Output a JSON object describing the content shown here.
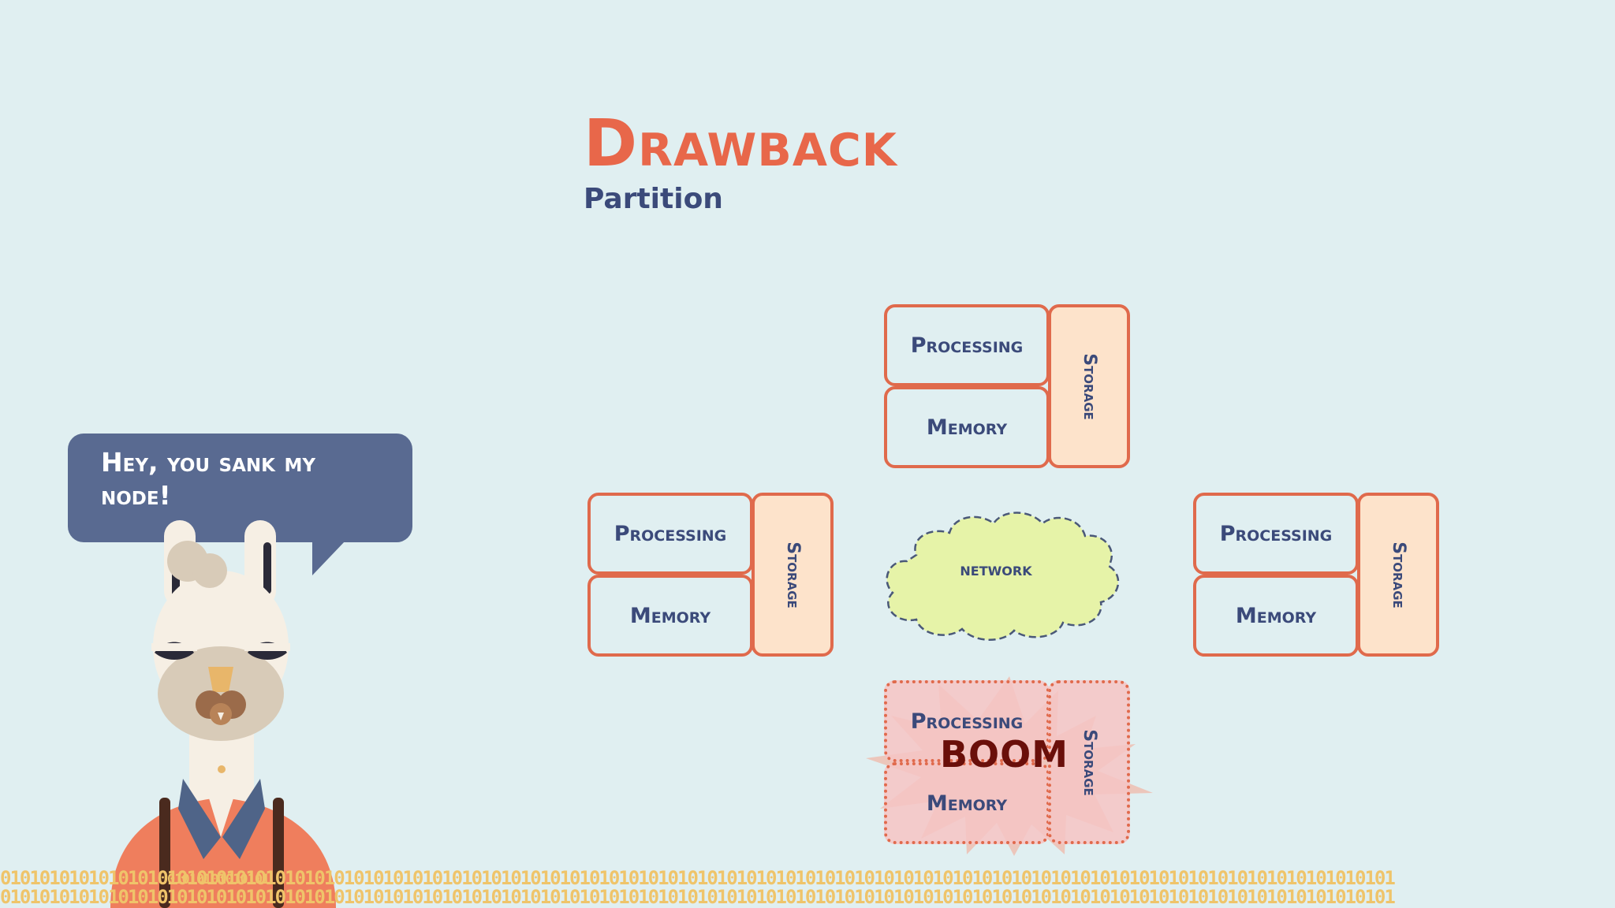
{
  "slide": {
    "title": "Drawback",
    "subtitle": "Partition"
  },
  "nodes": [
    {
      "processing": "Processing",
      "memory": "Memory",
      "storage": "Storage"
    },
    {
      "processing": "Processing",
      "memory": "Memory",
      "storage": "Storage"
    },
    {
      "processing": "Processing",
      "memory": "Memory",
      "storage": "Storage"
    },
    {
      "processing": "Processing",
      "memory": "Memory",
      "storage": "Storage"
    }
  ],
  "network": {
    "label": "network"
  },
  "explosion": {
    "label": "BOOM"
  },
  "speech_bubble": {
    "text": "Hey, you sank my node!"
  },
  "footer": {
    "pattern": "0101010101010101010101010101010101010101010101010101010101010101010101010101010101010101010101010101010101010101010101010101010101010101010101"
  },
  "shirt": {
    "pattern": "01010101010101"
  },
  "colors": {
    "background": "#e0eff1",
    "accent": "#e8674a",
    "text_navy": "#3b4a7a",
    "storage_fill": "#fde3cb",
    "network_fill": "#e6f3a8",
    "bubble": "#596a91",
    "boom_text": "#6a0f0a"
  },
  "icons": [
    "llama-character",
    "network-cloud",
    "explosion-burst"
  ]
}
